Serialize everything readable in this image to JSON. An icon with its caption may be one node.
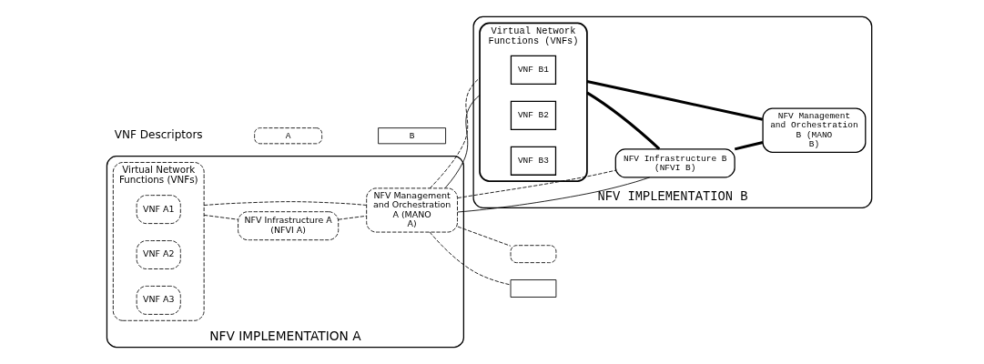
{
  "diagram": {
    "nodes": [
      {
        "text": [
          "NFV IMPLEMENTATION A"
        ]
      },
      {
        "text": [
          "Virtual Network Functions (VNFs)"
        ],
        "in": 0
      },
      {
        "text": [
          "VNF A1"
        ],
        "in": 1
      },
      {
        "text": [
          "VNF A2"
        ],
        "in": 1
      },
      {
        "text": [
          "VNF A3"
        ],
        "in": 1
      },
      {
        "text": [
          "NFV Infrastructure A (NFVI A)"
        ],
        "in": 0
      },
      {
        "text": [
          "NFV Management and Orchestration A (MANO A)"
        ],
        "in": 0
      },
      {
        "text": [
          "NFV IMPLEMENTATION B"
        ]
      },
      {
        "text": [
          "Virtual Network Functions (VNFs)"
        ],
        "in": 7
      },
      {
        "text": [
          "VNF B1"
        ],
        "in": 8
      },
      {
        "text": [
          "VNF B2"
        ],
        "in": 8
      },
      {
        "text": [
          "VNF B3"
        ],
        "in": 8
      },
      {
        "text": [
          "NFV Infrastructure B (NFVI B)"
        ],
        "in": 7
      },
      {
        "text": [
          "NFV Management and Orchestration B (MANO B)"
        ],
        "in": 7
      },
      {
        "text": [],
        "shape": "box"
      },
      {
        "text": [],
        "shape": "box"
      }
    ],
    "edges": [
      {
        "from": 1,
        "to": 6,
        "arrow": "none",
        "style": "dashed"
      },
      {
        "from": 1,
        "to": 5,
        "arrow": "none",
        "style": "dashed"
      },
      {
        "from": 5,
        "to": 6,
        "arrow": "none",
        "style": "dashed"
      },
      {
        "from": 6,
        "to": 8,
        "arrow": "none"
      },
      {
        "from": 6,
        "to": 8,
        "arrow": "none",
        "style": "dashed"
      },
      {
        "from": 6,
        "to": 14,
        "arrow": "none",
        "style": "dashed"
      },
      {
        "from": 6,
        "to": 15,
        "arrow": "none",
        "style": "dashed"
      },
      {
        "from": 6,
        "to": 12,
        "arrow": "none"
      },
      {
        "from": 6,
        "to": 12,
        "arrow": "none",
        "style": "dashed"
      },
      {
        "from": 8,
        "to": 13,
        "arrow": "none",
        "style": "thick"
      },
      {
        "from": 8,
        "to": 12,
        "arrow": "none",
        "style": "thick"
      },
      {
        "from": 12,
        "to": 13,
        "arrow": "none",
        "style": "thick"
      }
    ],
    "labels": [
      "VNF Descriptors"
    ],
    "legend": [
      {
        "text": "A"
      },
      {
        "text": "B"
      }
    ]
  }
}
